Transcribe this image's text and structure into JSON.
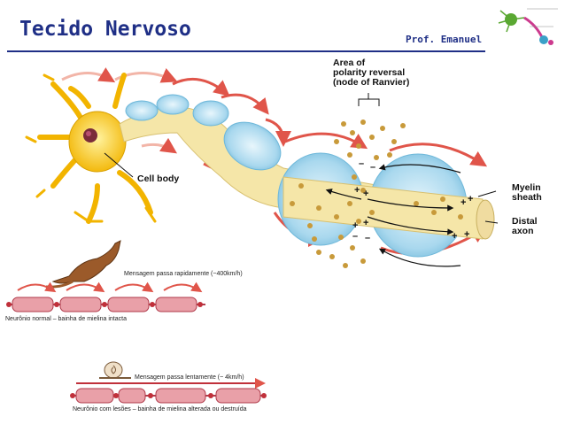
{
  "header": {
    "title": "Tecido Nervoso",
    "author": "Prof. Emanuel"
  },
  "diagram": {
    "node_label_line1": "Area of",
    "node_label_line2": "polarity reversal",
    "node_label_line3": "(node of Ranvier)",
    "cell_body_label": "Cell body",
    "myelin_label_line1": "Myelin",
    "myelin_label_line2": "sheath",
    "distal_label_line1": "Distal",
    "distal_label_line2": "axon"
  },
  "fast_panel": {
    "message": "Mensagem passa rapidamente (~400km/h)",
    "caption": "Neurônio normal – bainha de mielina intacta"
  },
  "slow_panel": {
    "message": "Mensagem passa lentamente (~ 4km/h)",
    "caption": "Neurônio com lesões – bainha de mielina alterada ou destruída"
  },
  "colors": {
    "title": "#1f2f86",
    "arrow": "#e0554a",
    "myelin": "#a9d8ee",
    "axon": "#f5e6a8",
    "cell_body": "#f2c21c",
    "segment": "#e9a0a8"
  }
}
